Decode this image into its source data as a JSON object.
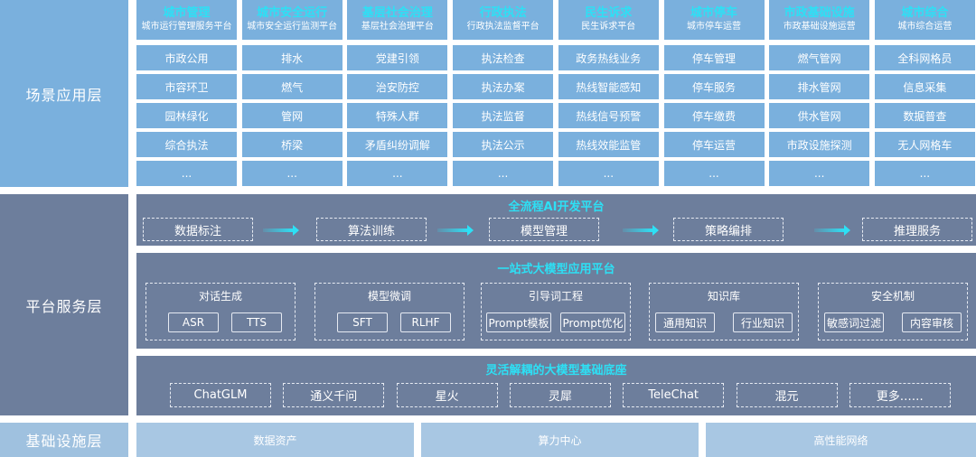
{
  "layers": {
    "scene": "场景应用层",
    "platform": "平台服务层",
    "infra": "基础设施层"
  },
  "scene_columns": [
    {
      "title": "城市管理",
      "subtitle": "城市运行管理服务平台",
      "items": [
        "市政公用",
        "市容环卫",
        "园林绿化",
        "综合执法",
        "..."
      ]
    },
    {
      "title": "城市安全运行",
      "subtitle": "城市安全运行监测平台",
      "items": [
        "排水",
        "燃气",
        "管网",
        "桥梁",
        "..."
      ]
    },
    {
      "title": "基层社会治理",
      "subtitle": "基层社会治理平台",
      "items": [
        "党建引领",
        "治安防控",
        "特殊人群",
        "矛盾纠纷调解",
        "..."
      ]
    },
    {
      "title": "行政执法",
      "subtitle": "行政执法监督平台",
      "items": [
        "执法检查",
        "执法办案",
        "执法监督",
        "执法公示",
        "..."
      ]
    },
    {
      "title": "民生诉求",
      "subtitle": "民生诉求平台",
      "items": [
        "政务热线业务",
        "热线智能感知",
        "热线信号预警",
        "热线效能监管",
        "..."
      ]
    },
    {
      "title": "城市停车",
      "subtitle": "城市停车运营",
      "items": [
        "停车管理",
        "停车服务",
        "停车缴费",
        "停车运营",
        "..."
      ]
    },
    {
      "title": "市政基础设施",
      "subtitle": "市政基础设施运营",
      "items": [
        "燃气管网",
        "排水管网",
        "供水管网",
        "市政设施探测",
        "..."
      ]
    },
    {
      "title": "城市综合",
      "subtitle": "城市综合运营",
      "items": [
        "全科网格员",
        "信息采集",
        "数据普查",
        "无人网格车",
        "..."
      ]
    }
  ],
  "ai_platform": {
    "title": "全流程AI开发平台",
    "steps": [
      "数据标注",
      "算法训练",
      "模型管理",
      "策略编排",
      "推理服务"
    ]
  },
  "llm_platform": {
    "title": "一站式大模型应用平台",
    "groups": [
      {
        "title": "对话生成",
        "chips": [
          "ASR",
          "TTS"
        ]
      },
      {
        "title": "模型微调",
        "chips": [
          "SFT",
          "RLHF"
        ]
      },
      {
        "title": "引导词工程",
        "chips": [
          "Prompt模板",
          "Prompt优化"
        ]
      },
      {
        "title": "知识库",
        "chips": [
          "通用知识",
          "行业知识"
        ]
      },
      {
        "title": "安全机制",
        "chips": [
          "敏感词过滤",
          "内容审核"
        ]
      }
    ]
  },
  "base_models": {
    "title": "灵活解耦的大模型基础底座",
    "models": [
      "ChatGLM",
      "通义千问",
      "星火",
      "灵犀",
      "TeleChat",
      "混元",
      "更多……"
    ]
  },
  "infra_items": [
    "数据资产",
    "算力中心",
    "高性能网络"
  ],
  "colors": {
    "scene_blue": "#7ab0dd",
    "platform_slate": "#6d7e9c",
    "infra_blue": "#a8c7e3",
    "accent_cyan": "#2de0f5"
  }
}
